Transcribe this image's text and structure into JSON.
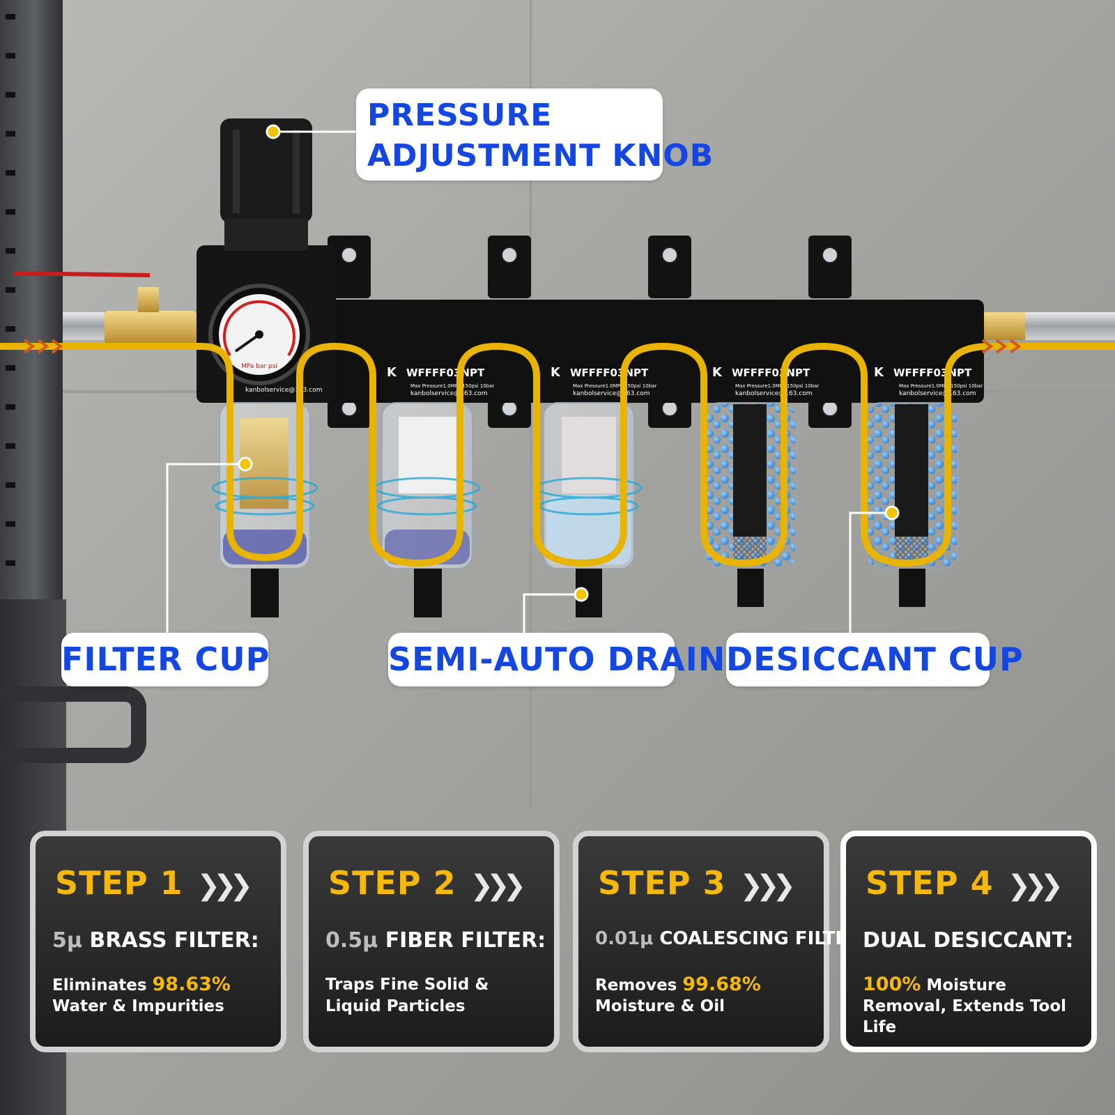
{
  "callouts": {
    "knob_line1": "PRESSURE",
    "knob_line2": "ADJUSTMENT KNOB",
    "filter_cup": "FILTER CUP",
    "semi_auto_drain": "SEMI-AUTO DRAIN",
    "desiccant_cup": "DESICCANT CUP"
  },
  "unit_labels": {
    "model": "WFFFF03NPT",
    "pressure": "Max Pressure1.0MPa 150psi 10bar",
    "email": "kanbolservice@163.com",
    "brand_mark": "K",
    "gauge_units": "MPa bar psi"
  },
  "steps": [
    {
      "step": "STEP 1",
      "spec": "5μ",
      "title": "BRASS FILTER:",
      "pre": "Eliminates ",
      "highlight": "98.63%",
      "post": " Water & Impurities"
    },
    {
      "step": "STEP 2",
      "spec": "0.5μ",
      "title": "FIBER FILTER:",
      "pre": "Traps Fine Solid & Liquid Particles",
      "highlight": "",
      "post": ""
    },
    {
      "step": "STEP 3",
      "spec": "0.01μ",
      "title": "COALESCING FILTER:",
      "pre": "Removes ",
      "highlight": "99.68%",
      "post": " Moisture & Oil"
    },
    {
      "step": "STEP 4",
      "spec": "",
      "title": "DUAL DESICCANT:",
      "pre": "",
      "highlight": "100%",
      "post": " Moisture Removal, Extends Tool Life"
    }
  ],
  "colors": {
    "callout_text": "#1347e0",
    "accent_yellow": "#f5b80b",
    "flow_line": "#e8b400",
    "card_bg": "#1c1c1d"
  },
  "icons": {
    "step_arrows": "triple-chevron-right-icon"
  }
}
